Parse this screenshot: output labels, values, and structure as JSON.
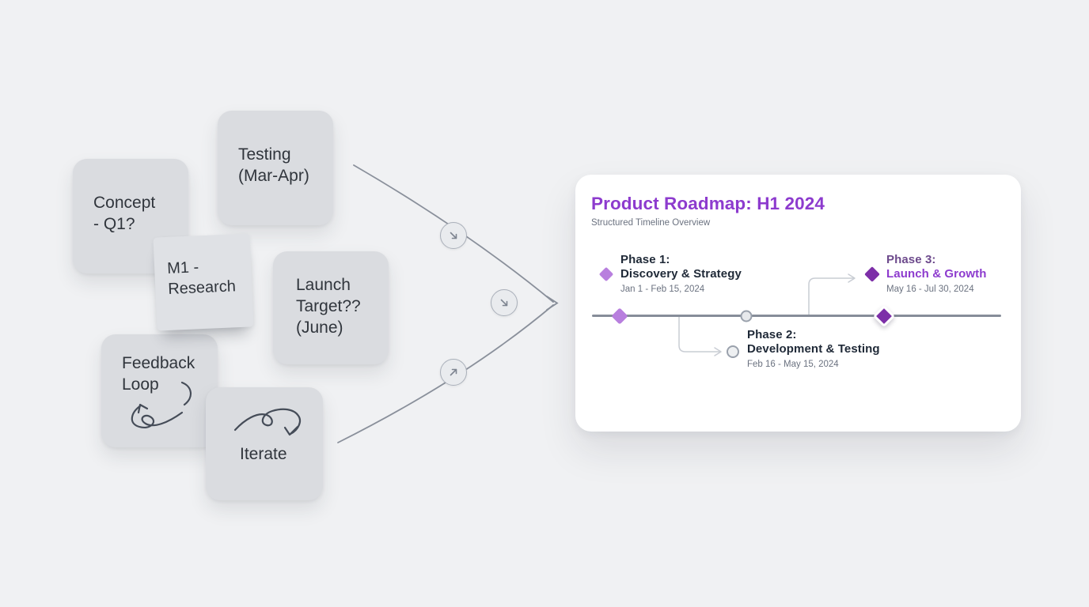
{
  "colors": {
    "bg": "#f0f1f3",
    "note-bg": "#dadce0",
    "note-text": "#30353c",
    "accent": "#8d3bce",
    "phase1-marker": "#b87fde",
    "phase3-marker": "#7d2fa8",
    "phase3-label": "#6d4a8c",
    "dark": "#1f2937",
    "muted": "#6b7280",
    "flow-line": "#8a909b",
    "elbow": "#c9cdd4"
  },
  "whiteboard": {
    "notes": [
      {
        "id": "concept",
        "text": "Concept\n- Q1?"
      },
      {
        "id": "testing",
        "text": "Testing\n(Mar-Apr)"
      },
      {
        "id": "m1-research",
        "text": "M1 -\nResearch"
      },
      {
        "id": "launch-target",
        "text": "Launch\nTarget??\n(June)"
      },
      {
        "id": "feedback-loop",
        "text": "Feedback\nLoop",
        "doodle": "loop-scribble-arrow"
      },
      {
        "id": "iterate",
        "text": "Iterate",
        "doodle": "swirl-arrow"
      }
    ],
    "connector_badges": [
      {
        "icon": "arrow-down-right-icon"
      },
      {
        "icon": "arrow-down-right-icon"
      },
      {
        "icon": "arrow-up-right-icon"
      }
    ],
    "flow_arrow_icon": "arrow-right-icon"
  },
  "card": {
    "title": "Product Roadmap: H1 2024",
    "subtitle": "Structured Timeline Overview",
    "phases": [
      {
        "label": "Phase 1:",
        "name": "Discovery & Strategy",
        "dates": "Jan 1 - Feb 15, 2024",
        "marker": "diamond-icon",
        "highlighted": false
      },
      {
        "label": "Phase 2:",
        "name": "Development & Testing",
        "dates": "Feb 16 - May 15, 2024",
        "marker": "circle-icon",
        "highlighted": false
      },
      {
        "label": "Phase 3:",
        "name": "Launch & Growth",
        "dates": "May 16 - Jul 30, 2024",
        "marker": "diamond-icon",
        "highlighted": true
      }
    ]
  }
}
